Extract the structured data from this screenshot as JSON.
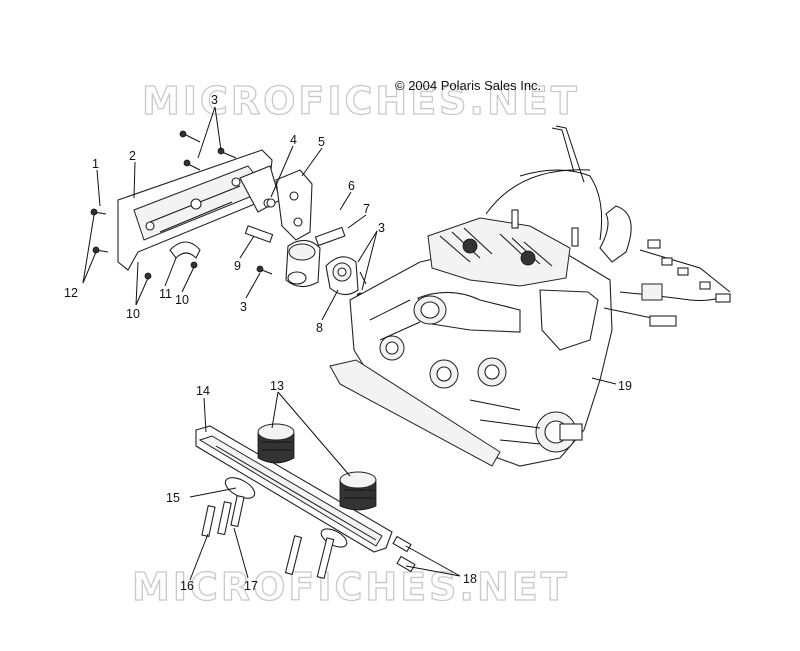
{
  "copyright": "© 2004 Polaris Sales Inc.",
  "watermark_top": "MICROFICHES.NET",
  "watermark_bottom": "MICROFICHES.NET",
  "callouts": {
    "c1": "1",
    "c2": "2",
    "c3a": "3",
    "c3b": "3",
    "c3c": "3",
    "c4": "4",
    "c5": "5",
    "c6": "6",
    "c7": "7",
    "c8": "8",
    "c9": "9",
    "c10a": "10",
    "c10b": "10",
    "c11": "11",
    "c12": "12",
    "c13": "13",
    "c14": "14",
    "c15": "15",
    "c16": "16",
    "c17": "17",
    "c18": "18",
    "c19": "19"
  }
}
